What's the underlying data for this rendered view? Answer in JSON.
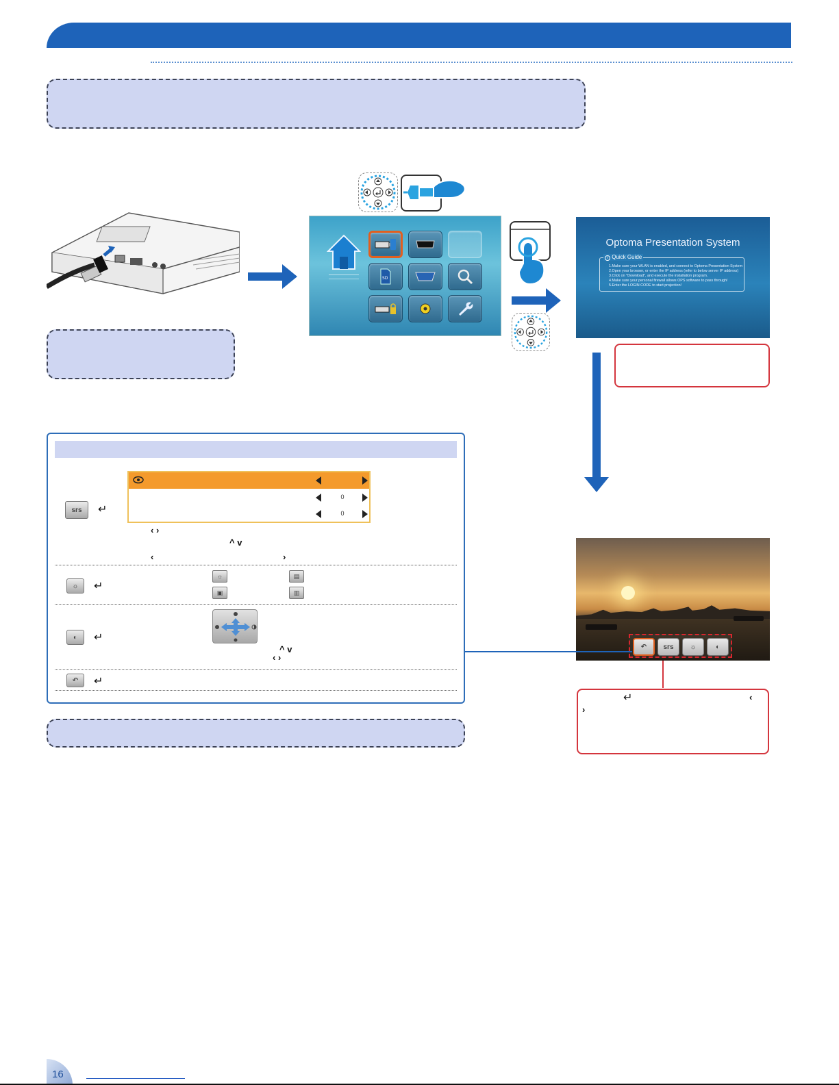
{
  "page": {
    "number": "16"
  },
  "ops_screen": {
    "title": "Optoma Presentation System",
    "guide_label": "Quick Guide",
    "steps": [
      "1.Make sure your WLAN is enabled, and connect to Optoma Presentation System",
      "2.Open your browser, or enter the IP address (refer to below server IP address)",
      "3.Click on \"Download\", and execute the installation program.",
      "4.Make sure your personal firewall allows OPS software to pass through!",
      "5.Enter the LOGIN CODE to start projection!"
    ]
  },
  "settings_panel": {
    "srs_values": [
      "0",
      "0"
    ]
  },
  "icons": {
    "srs_label": "srs"
  },
  "colors": {
    "brand_blue": "#1e63b9",
    "note_fill": "#cfd6f2",
    "highlight_orange": "#f49a2c",
    "callout_red": "#d4353d"
  }
}
